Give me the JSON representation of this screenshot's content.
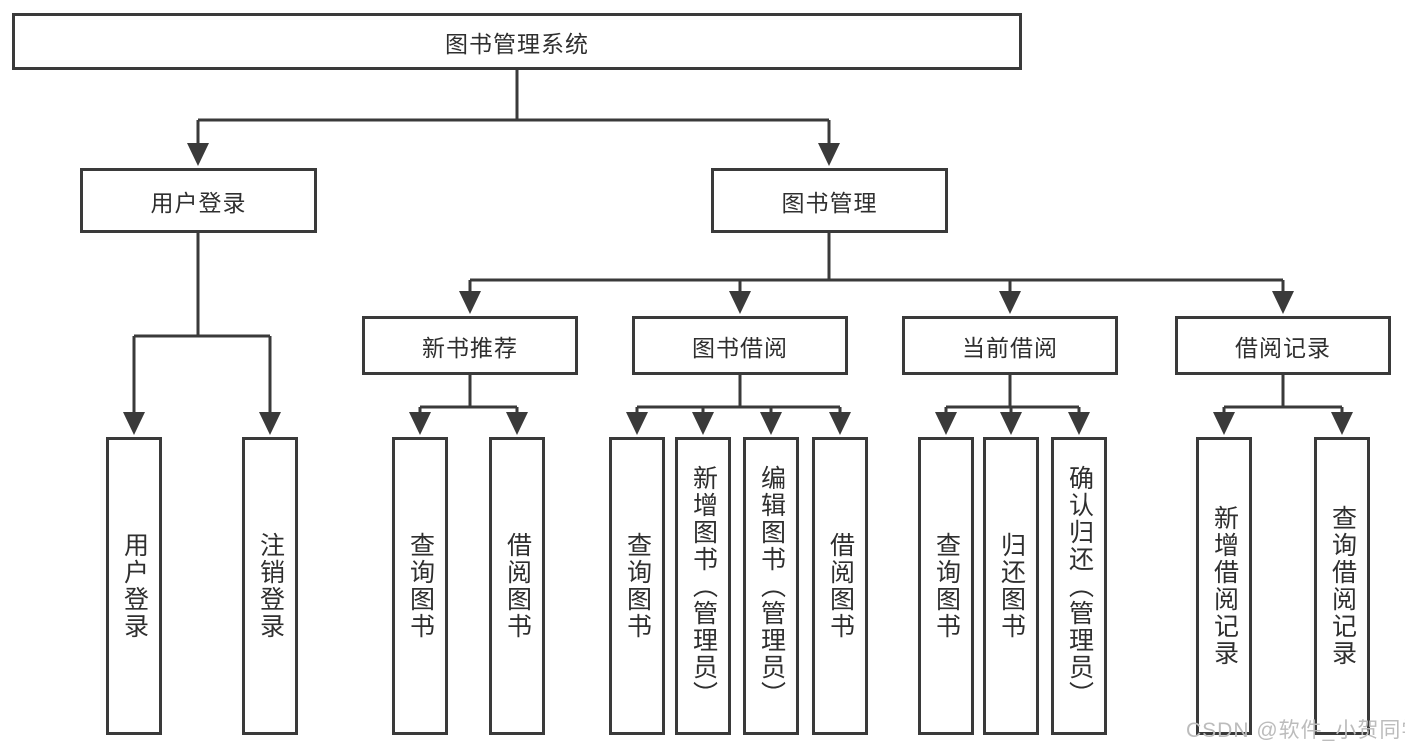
{
  "colors": {
    "line": "#3a3a3a",
    "text": "#2f2f2f",
    "watermark": "#bcbcbc",
    "background": "#ffffff"
  },
  "watermark": "CSDN @软件_小贺同学",
  "tree": {
    "root": "图书管理系统",
    "branches": [
      {
        "label": "用户登录",
        "children": [
          "用户登录",
          "注销登录"
        ]
      },
      {
        "label": "图书管理",
        "groups": [
          {
            "label": "新书推荐",
            "children": [
              "查询图书",
              "借阅图书"
            ]
          },
          {
            "label": "图书借阅",
            "children": [
              "查询图书",
              "新增图书（管理员）",
              "编辑图书（管理员）",
              "借阅图书"
            ]
          },
          {
            "label": "当前借阅",
            "children": [
              "查询图书",
              "归还图书",
              "确认归还（管理员）"
            ]
          },
          {
            "label": "借阅记录",
            "children": [
              "新增借阅记录",
              "查询借阅记录"
            ]
          }
        ]
      }
    ]
  }
}
